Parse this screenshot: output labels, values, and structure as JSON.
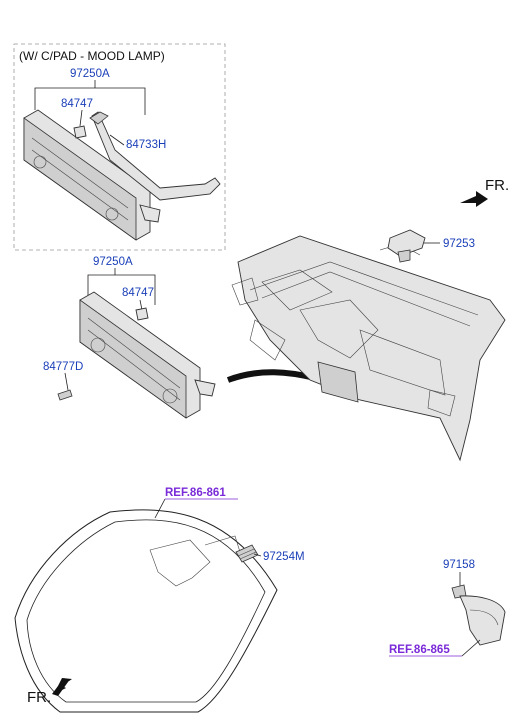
{
  "inset": {
    "title": "(W/ C/PAD - MOOD LAMP)"
  },
  "labels": {
    "p97250a_top": "97250A",
    "p84747_top": "84747",
    "p84733h": "84733H",
    "p97250a_mid": "97250A",
    "p84747_mid": "84747",
    "p84777d": "84777D",
    "p97253": "97253",
    "p97254m": "97254M",
    "p97158": "97158"
  },
  "refs": {
    "ref_861": "REF.86-861",
    "ref_865": "REF.86-865"
  },
  "direction": {
    "fr_top": "FR.",
    "fr_bottom": "FR."
  },
  "colors": {
    "part_number": "#1a3fb8",
    "reference": "#7a2ad8"
  }
}
